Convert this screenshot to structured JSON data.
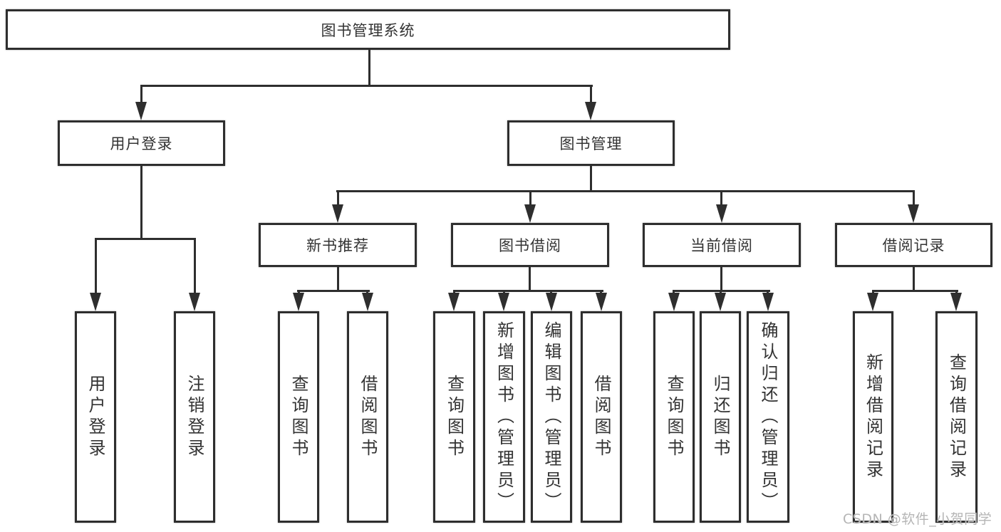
{
  "diagram": {
    "watermark": "CSDN @软件_小贺同学",
    "colors": {
      "line": "#2e2e2e",
      "text": "#333333",
      "background": "#ffffff",
      "watermark": "#b5b5b5"
    },
    "root": {
      "label": "图书管理系统",
      "children": [
        {
          "label": "用户登录",
          "children": [
            {
              "label": "用户登录"
            },
            {
              "label": "注销登录"
            }
          ]
        },
        {
          "label": "图书管理",
          "children": [
            {
              "label": "新书推荐",
              "children": [
                {
                  "label": "查询图书"
                },
                {
                  "label": "借阅图书"
                }
              ]
            },
            {
              "label": "图书借阅",
              "children": [
                {
                  "label": "查询图书"
                },
                {
                  "label": "新增图书（管理员）"
                },
                {
                  "label": "编辑图书（管理员）"
                },
                {
                  "label": "借阅图书"
                }
              ]
            },
            {
              "label": "当前借阅",
              "children": [
                {
                  "label": "查询图书"
                },
                {
                  "label": "归还图书"
                },
                {
                  "label": "确认归还（管理员）"
                }
              ]
            },
            {
              "label": "借阅记录",
              "children": [
                {
                  "label": "新增借阅记录"
                },
                {
                  "label": "查询借阅记录"
                }
              ]
            }
          ]
        }
      ]
    }
  }
}
